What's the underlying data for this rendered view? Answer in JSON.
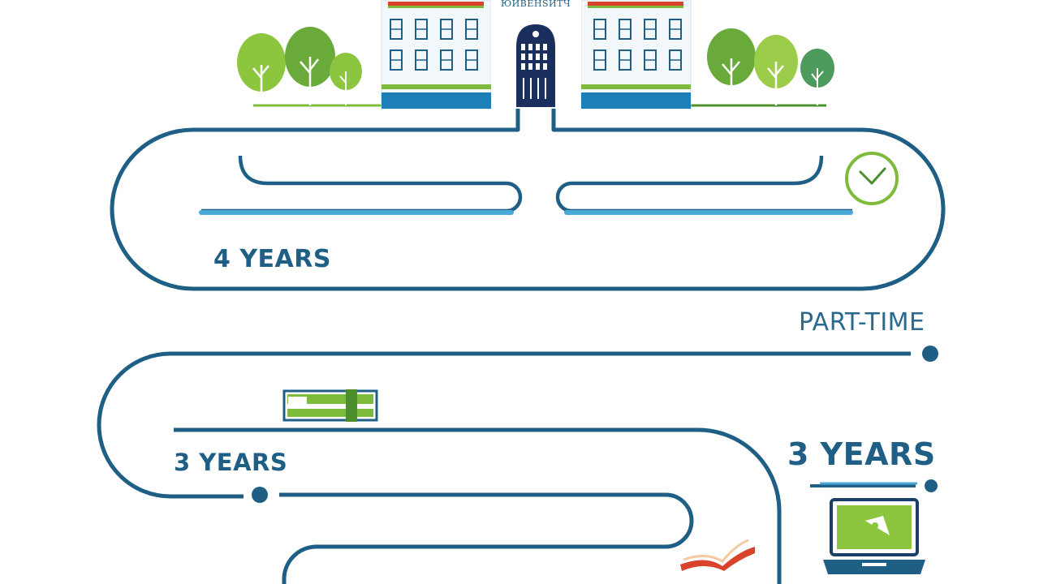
{
  "university": {
    "sign_text": "ЮИВЕНЅИТЧ"
  },
  "paths": [
    {
      "id": "full-time",
      "label": "4 YEARS"
    },
    {
      "id": "part-time-heading",
      "label": "PART-TIME"
    },
    {
      "id": "part-time-left",
      "label": "3 YEARS"
    },
    {
      "id": "part-time-right",
      "label": "3 YEARS"
    }
  ],
  "colors": {
    "road_dark": "#1f5f86",
    "road_light": "#4aa8d8",
    "green": "#7dbb3c",
    "dark_green": "#4c8f2e",
    "red": "#d9432b",
    "navy": "#1b2f5e"
  },
  "icons": [
    "clock-icon",
    "book-icon",
    "open-book-icon",
    "laptop-icon",
    "tree-icon",
    "university-building-icon"
  ]
}
